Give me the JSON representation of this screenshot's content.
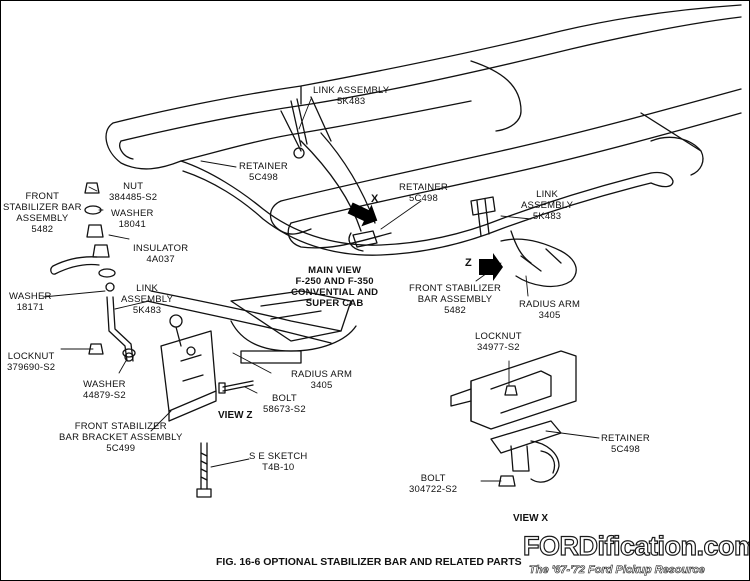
{
  "figure_caption": "FIG. 16-6   OPTIONAL STABILIZER BAR AND RELATED PARTS",
  "watermark": {
    "brand": "FORDification.com",
    "tagline": "The '67-'72 Ford Pickup Resource"
  },
  "main_view_title": [
    "MAIN VIEW",
    "F-250 AND F-350",
    "CONVENTIAL AND",
    "SUPER CAB"
  ],
  "view_labels": {
    "z": "VIEW  Z",
    "x": "VIEW  X"
  },
  "arrow_letters": {
    "x": "X",
    "z": "Z"
  },
  "callouts": {
    "link_assembly_top": [
      "LINK ASSEMBLY",
      "5K483"
    ],
    "retainer_left": [
      "RETAINER",
      "5C498"
    ],
    "retainer_mid": [
      "RETAINER",
      "5C498"
    ],
    "link_assembly_right": [
      "LINK",
      "ASSEMBLY",
      "5K483"
    ],
    "nut": [
      "NUT",
      "384485-S2"
    ],
    "front_stabilizer_bar_assembly_left": [
      "FRONT",
      "STABILIZER BAR",
      "ASSEMBLY",
      "5482"
    ],
    "washer_18041": [
      "WASHER",
      "18041"
    ],
    "insulator": [
      "INSULATOR",
      "4A037"
    ],
    "washer_18171": [
      "WASHER",
      "18171"
    ],
    "link_assembly_z": [
      "LINK",
      "ASSEMBLY",
      "5K483"
    ],
    "locknut_379690": [
      "LOCKNUT",
      "379690-S2"
    ],
    "washer_44879": [
      "WASHER",
      "44879-S2"
    ],
    "front_stabilizer_bar_assembly_mid": [
      "FRONT STABILIZER",
      "BAR ASSEMBLY",
      "5482"
    ],
    "radius_arm_right": [
      "RADIUS ARM",
      "3405"
    ],
    "radius_arm_z": [
      "RADIUS ARM",
      "3405"
    ],
    "bolt_58673": [
      "BOLT",
      "58673-S2"
    ],
    "bracket_assembly": [
      "FRONT STABILIZER",
      "BAR BRACKET ASSEMBLY",
      "5C499"
    ],
    "se_sketch": [
      "S E SKETCH",
      "T4B-10"
    ],
    "locknut_34977": [
      "LOCKNUT",
      "34977-S2"
    ],
    "retainer_x": [
      "RETAINER",
      "5C498"
    ],
    "bolt_304722": [
      "BOLT",
      "304722-S2"
    ]
  },
  "colors": {
    "ink": "#111111",
    "paper": "#ffffff",
    "shade": "#555555"
  }
}
